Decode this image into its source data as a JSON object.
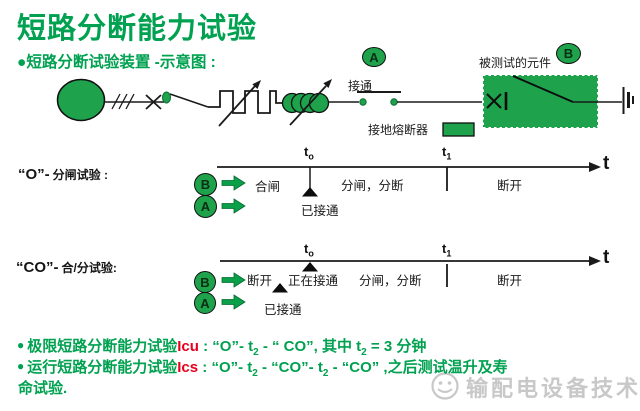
{
  "colors": {
    "green_text": "#00a150",
    "green_fill": "#1ea24c",
    "red": "#e8001c",
    "line_black": "#1a1a1a",
    "watermark_gray": "#c8c8c8"
  },
  "title": "短路分断能力试验",
  "subtitle": {
    "bullet": "●",
    "text": "短路分断试验装置 -示意图 :"
  },
  "diagram": {
    "badge_a": "A",
    "badge_b": "B",
    "switch_on_label": "接通",
    "tested_component_label": "被测试的元件",
    "ground_fuse_label": "接地熔断器"
  },
  "timeline_o": {
    "heading_code": "“O”-",
    "heading_rest": "分闸试验 :",
    "badge_b": "B",
    "badge_a": "A",
    "t0_base": "t",
    "t0_sub": "o",
    "t1_base": "t",
    "t1_sub": "1",
    "axis_label": "t",
    "phase_close": "合闸",
    "phase_open_break": "分闸，分断",
    "phase_off": "断开",
    "marker_connected": "已接通"
  },
  "timeline_co": {
    "heading_code": "“CO”-",
    "heading_rest": "合/分试验:",
    "badge_b": "B",
    "badge_a": "A",
    "t0_base": "t",
    "t0_sub": "o",
    "t1_base": "t",
    "t1_sub": "1",
    "axis_label": "t",
    "phase_off1": "断开",
    "phase_connecting": "正在接通",
    "phase_open_break": "分闸，分断",
    "phase_off2": "断开",
    "marker_connected": "已接通"
  },
  "footer": {
    "bullet": "●",
    "b1_label": "极限短路分断能力试验",
    "b1_code": "Icu",
    "b1_m1": " : “O”- t",
    "b1_s1": "2",
    "b1_m2": " - “ CO”, 其中 t",
    "b1_s2": "2",
    "b1_m3": " = 3 分钟",
    "b2_label": "运行短路分断能力试验",
    "b2_code": "Ics",
    "b2_m1": " : “O”- t",
    "b2_s1": "2",
    "b2_m2": " - “CO”- t",
    "b2_s2": "2",
    "b2_m3": " - “CO” ,之后测试温升及寿",
    "b2_cont": "命试验."
  },
  "watermark": {
    "text": "输配电设备技术"
  }
}
